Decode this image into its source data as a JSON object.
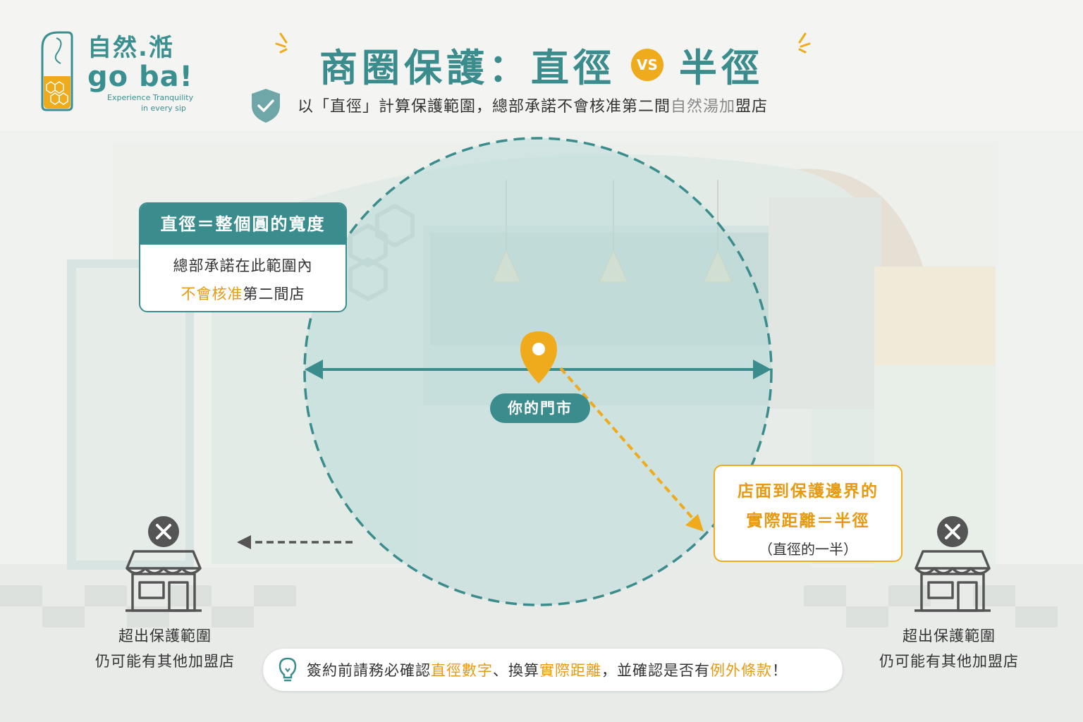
{
  "logo": {
    "name_cn": "自然.湉",
    "name_en": "go ba!",
    "tagline1": "Experience Tranquility",
    "tagline2": "in every sip"
  },
  "title": {
    "left": "商圈保護：直徑",
    "vs": "VS",
    "right": "半徑"
  },
  "subtitle": {
    "main": "以「直徑」計算保護範圍，總部承諾不會核准第二間",
    "brand": "自然湯加",
    "end": "盟店"
  },
  "diameter_box": {
    "header": "直徑＝整個圓的寬度",
    "line1": "總部承諾在此範圍內",
    "line2_highlight": "不會核准",
    "line2_rest": "第二間店"
  },
  "radius_box": {
    "line1": "店面到保護邊界的",
    "line2": "實際距離＝半徑",
    "line3": "（直徑的一半）"
  },
  "store_label": "你的門市",
  "outside_left": {
    "line1": "超出保護範圍",
    "line2": "仍可能有其他加盟店"
  },
  "outside_right": {
    "line1": "超出保護範圍",
    "line2": "仍可能有其他加盟店"
  },
  "tip": {
    "p1": "簽約前請務必確認",
    "h1": "直徑數字",
    "p2": "、換算",
    "h2": "實際距離",
    "p3": "，並確認是否有",
    "h3": "例外條款",
    "p4": "！"
  },
  "colors": {
    "teal": "#3b8c8d",
    "orange": "#f0ab1c",
    "circle_fill": "#cfe6e4"
  }
}
